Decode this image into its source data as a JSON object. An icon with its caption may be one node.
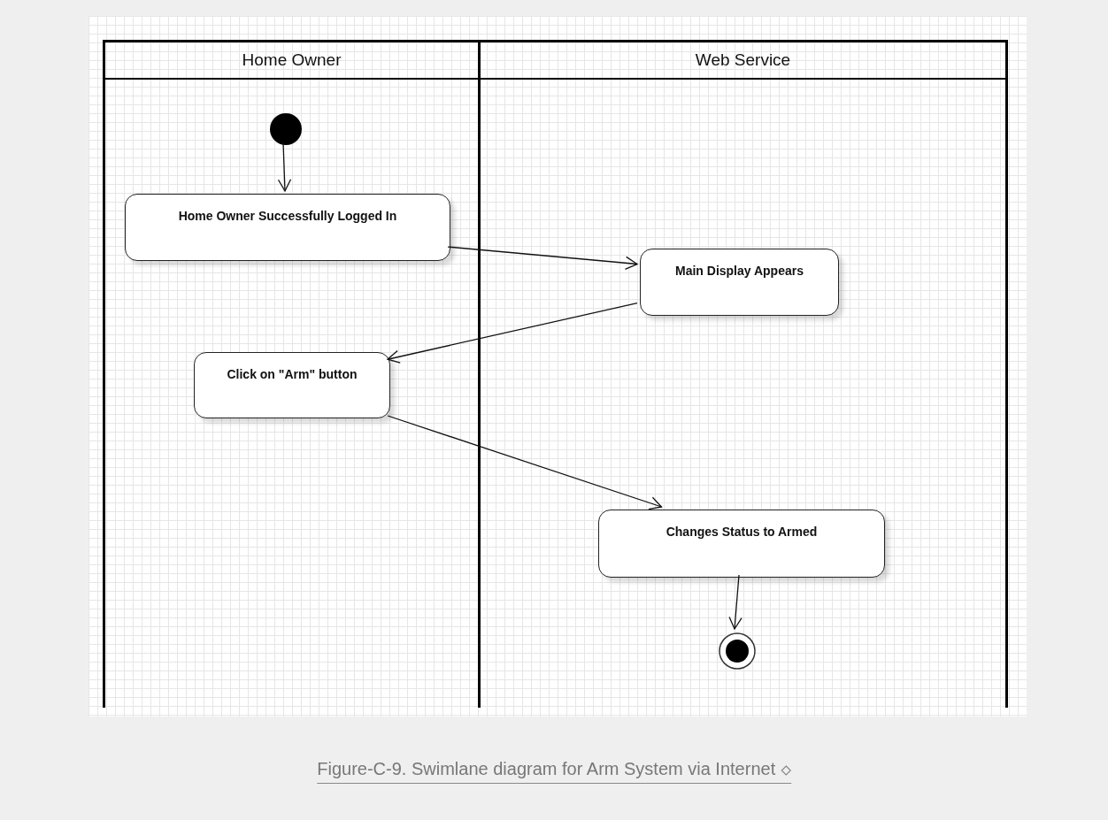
{
  "diagram": {
    "caption": "Figure-C-9. Swimlane diagram for Arm System via Internet",
    "nodes": [
      {
        "text": [
          "Home Owner"
        ]
      },
      {
        "text": [
          "Web Service"
        ]
      },
      {
        "text": [],
        "shape": "circle",
        "in": 0
      },
      {
        "text": [
          "Home Owner Successfully Logged In"
        ],
        "in": 0
      },
      {
        "text": [
          "Main Display Appears"
        ],
        "in": 1
      },
      {
        "text": [
          "Click on \"Arm\" button"
        ],
        "in": 0
      },
      {
        "text": [
          "Changes Status to Armed"
        ],
        "in": 1
      },
      {
        "text": [],
        "shape": "circle",
        "in": 1
      }
    ],
    "edges": [
      {
        "from": 2,
        "to": 3,
        "arrow": "to"
      },
      {
        "from": 3,
        "to": 4,
        "arrow": "to"
      },
      {
        "from": 4,
        "to": 5,
        "arrow": "to"
      },
      {
        "from": 5,
        "to": 6,
        "arrow": "to"
      },
      {
        "from": 6,
        "to": 7,
        "arrow": "to"
      }
    ]
  }
}
